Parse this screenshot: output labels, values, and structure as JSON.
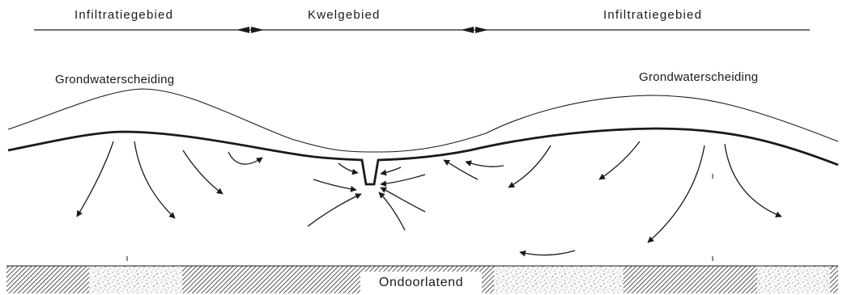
{
  "zones": {
    "left": "Infiltratiegebied",
    "center": "Kwelgebied",
    "right": "Infiltratiegebied"
  },
  "divides": {
    "left": "Grondwaterscheiding",
    "right": "Grondwaterscheiding"
  },
  "base_layer": "Ondoorlatend",
  "colors": {
    "ink": "#1a1a1a",
    "paper": "#ffffff"
  }
}
